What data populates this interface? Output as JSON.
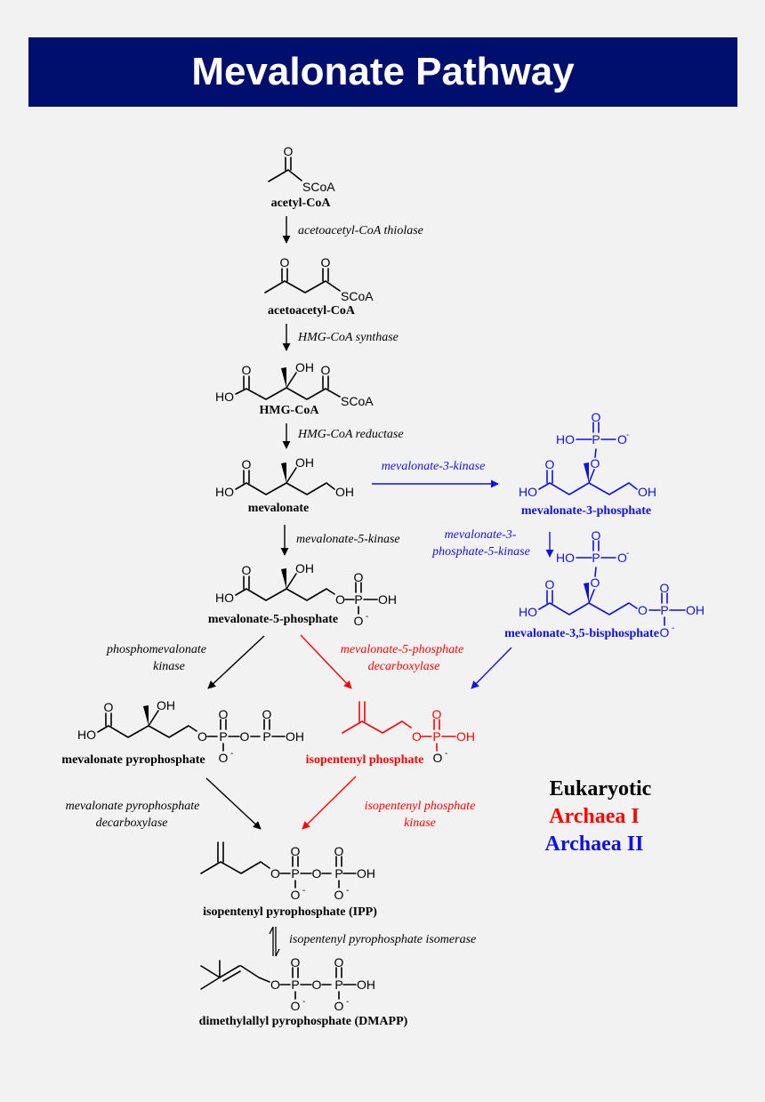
{
  "title": "Mevalonate Pathway",
  "colors": {
    "banner": "#000f6e",
    "background": "#f2f2f2",
    "eukaryotic": "#000000",
    "archaea_1": "#ff0000",
    "archaea_2": "#1010e6"
  },
  "compounds": {
    "acetyl_coa": "acetyl-CoA",
    "acetoacetyl_coa": "acetoacetyl-CoA",
    "hmg_coa": "HMG-CoA",
    "mevalonate": "mevalonate",
    "mev3p": "mevalonate-3-phosphate",
    "mev5p": "mevalonate-5-phosphate",
    "mev35bp": "mevalonate-3,5-bisphosphate",
    "mevpp": "mevalonate pyrophosphate",
    "ip": "isopentenyl phosphate",
    "ipp": "isopentenyl pyrophosphate (IPP)",
    "dmapp": "dimethylallyl pyrophosphate (DMAPP)"
  },
  "enzymes": {
    "thiolase": "acetoacetyl-CoA thiolase",
    "hmgcs": "HMG-CoA synthase",
    "hmgcr": "HMG-CoA reductase",
    "m3k": "mevalonate-3-kinase",
    "m5k": "mevalonate-5-kinase",
    "m3p5k_1": "mevalonate-3-",
    "m3p5k_2": "phosphate-5-kinase",
    "pmk_1": "phosphomevalonate",
    "pmk_2": "kinase",
    "m5pd_1": "mevalonate-5-phosphate",
    "m5pd_2": "decarboxylase",
    "mpd_1": "mevalonate pyrophosphate",
    "mpd_2": "decarboxylase",
    "ipk_1": "isopentenyl phosphate",
    "ipk_2": "kinase",
    "idi": "isopentenyl pyrophosphate isomerase"
  },
  "legend": {
    "eukaryotic": "Eukaryotic",
    "archaea_1": "Archaea I",
    "archaea_2": "Archaea II"
  },
  "atoms": {
    "scoa": "SCoA",
    "o": "O",
    "p": "P",
    "oh": "OH",
    "ho": "HO",
    "minus": "-"
  }
}
